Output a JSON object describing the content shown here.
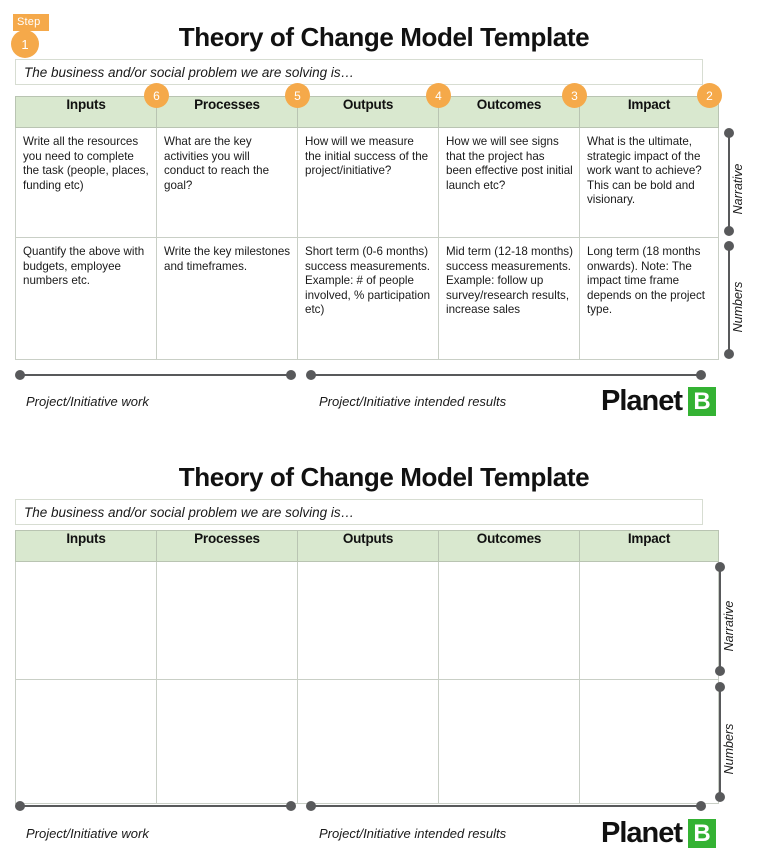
{
  "page": {
    "background": "#ffffff",
    "accent_orange": "#f5a94a",
    "header_green": "#d9e8cf",
    "logo_green": "#34b233",
    "bracket_gray": "#58595b"
  },
  "step_badge": {
    "label": "Step",
    "number": "1"
  },
  "sections": [
    {
      "id": "filled",
      "title": "Theory of Change Model Template",
      "problem_statement": "The business and/or social problem we are solving is…",
      "column_badges": [
        "6",
        "5",
        "4",
        "3",
        "2"
      ],
      "columns": [
        "Inputs",
        "Processes",
        "Outputs",
        "Outcomes",
        "Impact"
      ],
      "rows": [
        {
          "bracket_label": "Narrative",
          "cells": [
            "Write all the resources you need to complete the task (people, places, funding etc)",
            "What are the key activities you will conduct to reach the goal?",
            "How will we measure the initial success of the project/initiative?",
            "How we will see signs that the project has been effective post initial launch etc?",
            "What is the ultimate, strategic impact of the work want to achieve? This can be bold and visionary."
          ]
        },
        {
          "bracket_label": "Numbers",
          "cells": [
            "Quantify the above with budgets, employee numbers etc.",
            "Write the key milestones and timeframes.",
            "Short term (0-6 months) success measurements. Example: # of people involved, % participation etc)",
            "Mid term (12-18 months) success measurements. Example: follow up survey/research results, increase sales",
            "Long term (18 months onwards). Note: The impact time frame depends on the project type."
          ]
        }
      ],
      "footer_brackets": [
        {
          "label": "Project/Initiative work"
        },
        {
          "label": "Project/Initiative intended results"
        }
      ],
      "logo": {
        "word": "Planet",
        "mark": "B"
      }
    },
    {
      "id": "blank",
      "title": "Theory of Change Model Template",
      "problem_statement": "The business and/or social problem we are solving is…",
      "column_badges": [],
      "columns": [
        "Inputs",
        "Processes",
        "Outputs",
        "Outcomes",
        "Impact"
      ],
      "rows": [
        {
          "bracket_label": "Narrative",
          "cells": [
            "",
            "",
            "",
            "",
            ""
          ]
        },
        {
          "bracket_label": "Numbers",
          "cells": [
            "",
            "",
            "",
            "",
            ""
          ]
        }
      ],
      "footer_brackets": [
        {
          "label": "Project/Initiative work"
        },
        {
          "label": "Project/Initiative intended results"
        }
      ],
      "logo": {
        "word": "Planet",
        "mark": "B"
      }
    }
  ]
}
